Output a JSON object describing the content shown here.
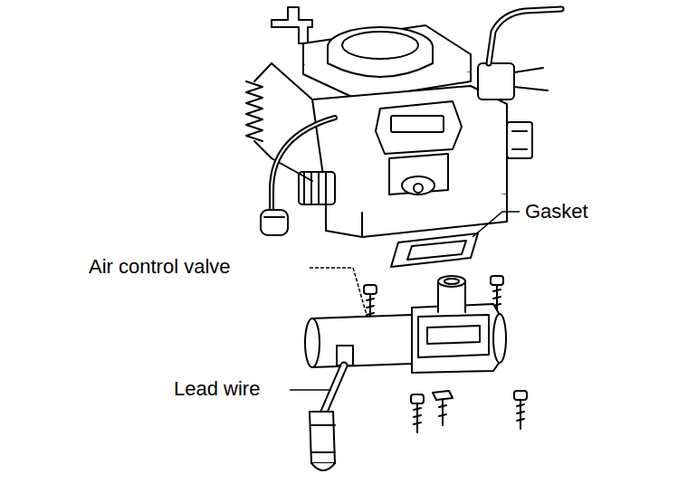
{
  "diagram": {
    "labels": [
      "Gasket",
      "Air control valve",
      "Lead wire"
    ]
  }
}
